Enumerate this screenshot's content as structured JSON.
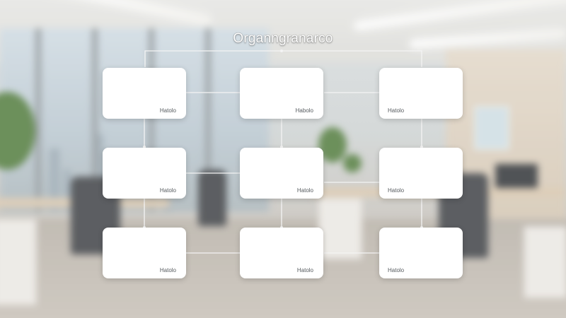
{
  "diagram": {
    "title": "Organngranarco",
    "nodes": [
      {
        "label": "Hatolo"
      },
      {
        "label": "Habolo"
      },
      {
        "label": "Hatolo"
      },
      {
        "label": "Hatolo"
      },
      {
        "label": "Hatolo"
      },
      {
        "label": "Hatolo"
      },
      {
        "label": "Hatolo"
      },
      {
        "label": "Hatolo"
      },
      {
        "label": "Hatolo"
      }
    ]
  },
  "colors": {
    "node_fill": "#ffffff",
    "connector": "#f4f4f4",
    "label_text": "#555a5e"
  }
}
